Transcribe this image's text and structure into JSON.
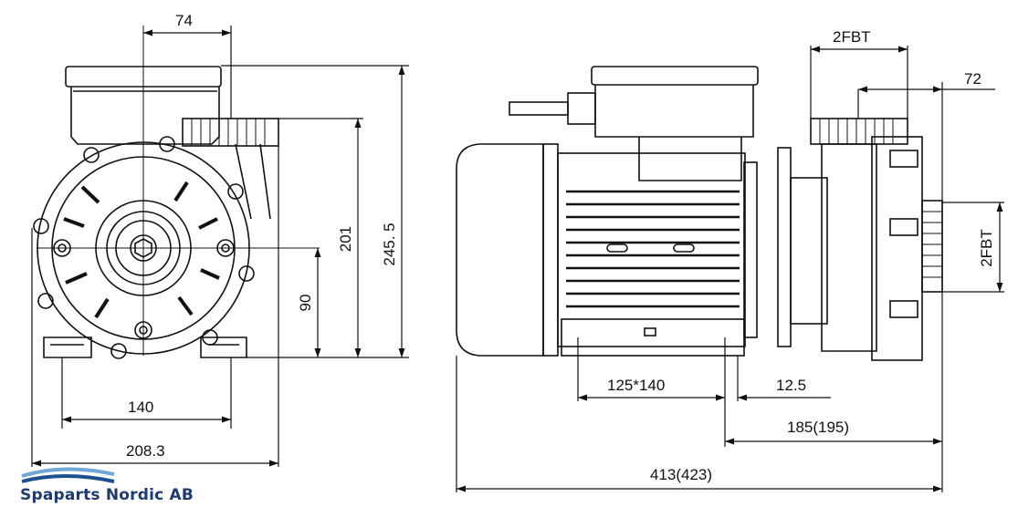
{
  "diagram": {
    "front_view": {
      "dims": {
        "d74": "74",
        "d245": "245. 5",
        "d201": "201",
        "d90": "90",
        "d140": "140",
        "d208": "208.3"
      }
    },
    "side_view": {
      "dims": {
        "d2fbt_top": "2FBT",
        "d72": "72",
        "d2fbt_side": "2FBT",
        "d125": "125*140",
        "d12_5": "12.5",
        "d185": "185(195)",
        "d413": "413(423)"
      }
    }
  },
  "brand": {
    "name": "Spaparts Nordic AB",
    "colors": {
      "wave_dark": "#1f4f8f",
      "wave_light": "#6fa7d8",
      "text": "#1f3a6b"
    }
  }
}
